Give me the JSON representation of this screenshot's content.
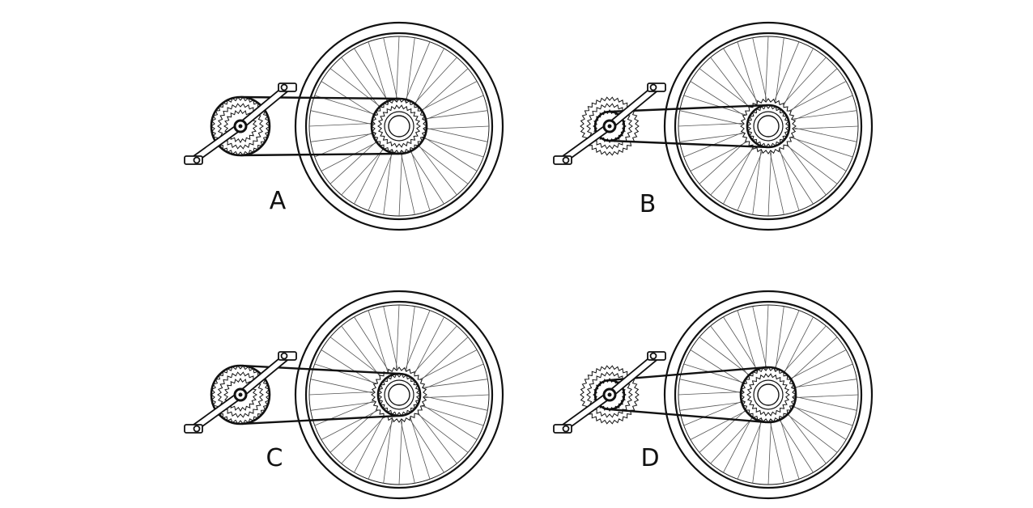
{
  "panels": [
    {
      "id": "A",
      "label": "A",
      "front_gear": "large",
      "rear_gear": "large"
    },
    {
      "id": "B",
      "label": "B",
      "front_gear": "small",
      "rear_gear": "small"
    },
    {
      "id": "C",
      "label": "C",
      "front_gear": "large",
      "rear_gear": "small"
    },
    {
      "id": "D",
      "label": "D",
      "front_gear": "small",
      "rear_gear": "large"
    }
  ],
  "colors": {
    "line": "#111111",
    "spoke": "#555555",
    "background": "#ffffff"
  }
}
